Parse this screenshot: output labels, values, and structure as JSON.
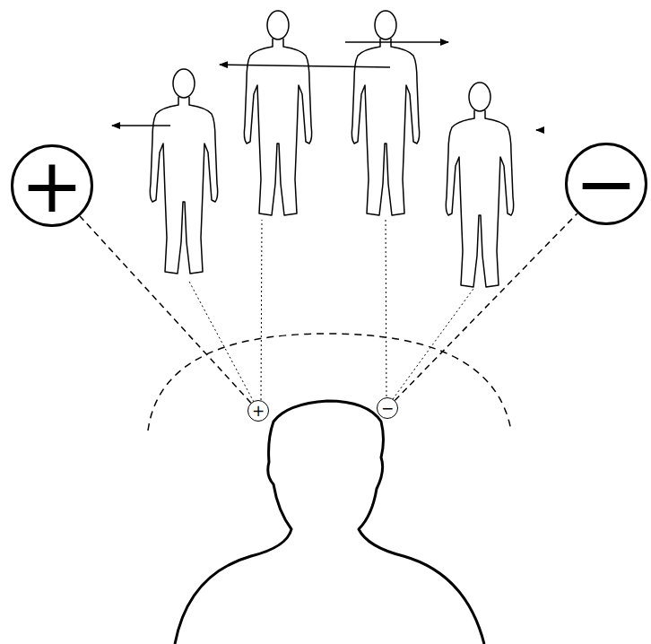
{
  "diagram": {
    "nodes": [
      {
        "text": [
          "+"
        ]
      },
      {
        "text": [
          "−"
        ]
      },
      {
        "text": [
          "+"
        ]
      },
      {
        "text": [
          "−"
        ]
      }
    ],
    "edges": [
      {
        "from": 2,
        "to": 0,
        "arrow": "none"
      },
      {
        "from": 3,
        "to": 1,
        "arrow": "none"
      }
    ]
  }
}
